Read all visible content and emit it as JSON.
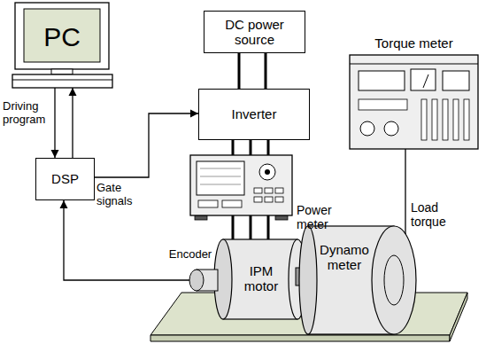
{
  "diagram": {
    "nodes": [
      {
        "text": [
          "PC"
        ]
      },
      {
        "text": [
          "DC power source"
        ]
      },
      {
        "text": [
          "Inverter"
        ]
      },
      {
        "text": [
          "DSP"
        ]
      },
      {
        "text": [
          "Power meter"
        ]
      },
      {
        "text": [
          "Torque meter"
        ]
      },
      {
        "text": [
          "Encoder"
        ]
      },
      {
        "text": [
          "IPM motor"
        ]
      },
      {
        "text": [
          "Dynamo meter"
        ]
      }
    ],
    "edges": [
      {
        "from": 0,
        "to": 3,
        "arrow": "to",
        "label": "Driving program"
      },
      {
        "from": 3,
        "to": 0,
        "arrow": "to"
      },
      {
        "from": 3,
        "to": 2,
        "arrow": "to",
        "label": "Gate signals"
      },
      {
        "from": 1,
        "to": 2,
        "arrow": "none"
      },
      {
        "from": 2,
        "to": 4,
        "arrow": "none"
      },
      {
        "from": 4,
        "to": 7,
        "arrow": "none"
      },
      {
        "from": 6,
        "to": 3,
        "arrow": "to"
      },
      {
        "from": 5,
        "to": 8,
        "arrow": "none",
        "label": "Load torque"
      }
    ]
  }
}
